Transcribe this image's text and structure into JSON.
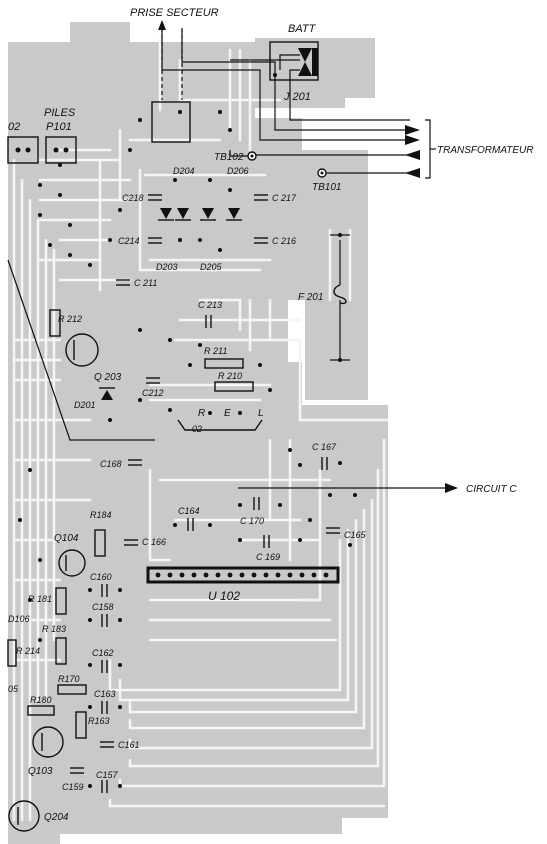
{
  "labels": {
    "prise_secteur": "PRISE SECTEUR",
    "batt": "BATT",
    "j201": "J 201",
    "piles": "PILES",
    "p101": "P101",
    "p02": "02",
    "transformateur": "TRANSFORMATEUR",
    "tb102": "TB102",
    "tb101": "TB101",
    "circuit_c": "CIRCUIT C",
    "u102": "U 102",
    "f201": "F 201",
    "d204": "D204",
    "d206": "D206",
    "d203": "D203",
    "d205": "D205",
    "d201": "D201",
    "d106": "D106",
    "c218": "C218",
    "c217": "C 217",
    "c214": "C214",
    "c216": "C 216",
    "c211": "C 211",
    "c213": "C 213",
    "c212": "C212",
    "c168": "C168",
    "c167": "C 167",
    "c164": "C164",
    "c170": "C 170",
    "c165": "C165",
    "c166": "C 166",
    "c169": "C 169",
    "c160": "C160",
    "c158": "C158",
    "c162": "C162",
    "c163": "C163",
    "c161": "C161",
    "c157": "C157",
    "c159": "C159",
    "r212": "R 212",
    "r211": "R 211",
    "r210": "R 210",
    "r184": "R184",
    "r181": "R 181",
    "r183": "R 183",
    "r214": "R 214",
    "r170": "R170",
    "r180": "R180",
    "r163": "R163",
    "q203": "Q 203",
    "q104": "Q104",
    "q103": "Q103",
    "q204": "Q204",
    "q05": "05",
    "pin_r": "R",
    "pin_e": "E",
    "pin_l": "L",
    "pin_02": "02"
  }
}
